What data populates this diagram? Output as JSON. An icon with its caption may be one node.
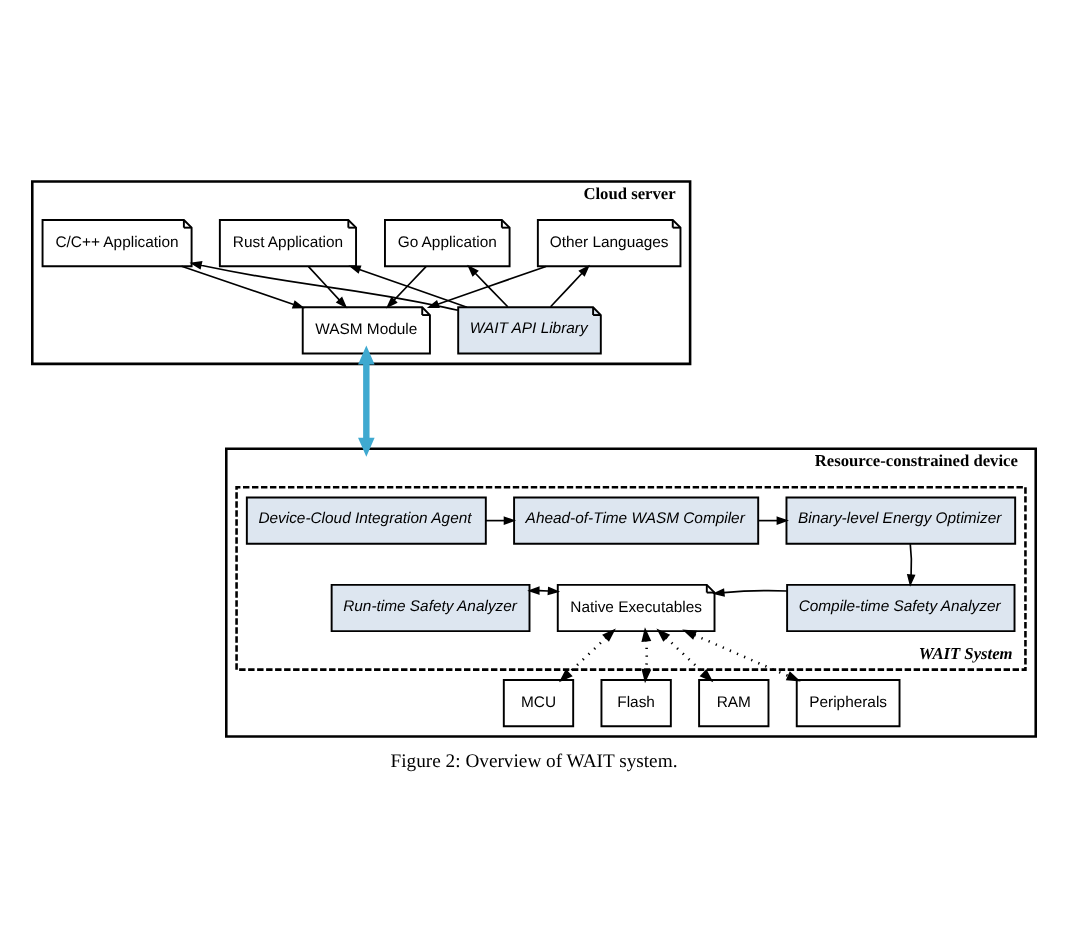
{
  "diagram": {
    "caption": "Figure 2: Overview of WAIT system.",
    "nodes": [
      {
        "text": [
          "Cloud server"
        ]
      },
      {
        "text": [
          "C/C++ Application"
        ],
        "in": 0
      },
      {
        "text": [
          "Rust Application"
        ],
        "in": 0
      },
      {
        "text": [
          "Go Application"
        ],
        "in": 0
      },
      {
        "text": [
          "Other Languages"
        ],
        "in": 0
      },
      {
        "text": [
          "WASM Module"
        ],
        "in": 0
      },
      {
        "text": [
          "WAIT API Library"
        ],
        "in": 0
      },
      {
        "text": [
          "Resource-constrained device"
        ]
      },
      {
        "text": [
          "WAIT System"
        ],
        "in": 7
      },
      {
        "text": [
          "Device-Cloud Integration Agent"
        ],
        "in": 8
      },
      {
        "text": [
          "Ahead-of-Time WASM Compiler"
        ],
        "in": 8
      },
      {
        "text": [
          "Binary-level Energy Optimizer"
        ],
        "in": 8
      },
      {
        "text": [
          "Run-time Safety Analyzer"
        ],
        "in": 8
      },
      {
        "text": [
          "Native Executables"
        ],
        "in": 8
      },
      {
        "text": [
          "Compile-time Safety Analyzer"
        ],
        "in": 8
      },
      {
        "text": [
          "MCU"
        ],
        "in": 7
      },
      {
        "text": [
          "Flash"
        ],
        "in": 7
      },
      {
        "text": [
          "RAM"
        ],
        "in": 7
      },
      {
        "text": [
          "Peripherals"
        ],
        "in": 7
      }
    ],
    "edges": [
      {
        "from": 1,
        "to": 5,
        "arrow": "to"
      },
      {
        "from": 2,
        "to": 5,
        "arrow": "to"
      },
      {
        "from": 3,
        "to": 5,
        "arrow": "to"
      },
      {
        "from": 4,
        "to": 5,
        "arrow": "to"
      },
      {
        "from": 6,
        "to": 1,
        "arrow": "to"
      },
      {
        "from": 6,
        "to": 2,
        "arrow": "to"
      },
      {
        "from": 6,
        "to": 3,
        "arrow": "to"
      },
      {
        "from": 6,
        "to": 4,
        "arrow": "to"
      },
      {
        "from": 5,
        "to": 7,
        "arrow": "both",
        "style": "thick",
        "color": "#3fa9d0"
      },
      {
        "from": 9,
        "to": 10,
        "arrow": "to"
      },
      {
        "from": 10,
        "to": 11,
        "arrow": "to"
      },
      {
        "from": 11,
        "to": 14,
        "arrow": "to"
      },
      {
        "from": 14,
        "to": 13,
        "arrow": "to"
      },
      {
        "from": 12,
        "to": 13,
        "arrow": "both"
      },
      {
        "from": 13,
        "to": 15,
        "arrow": "both",
        "style": "dashed"
      },
      {
        "from": 13,
        "to": 16,
        "arrow": "both",
        "style": "dashed"
      },
      {
        "from": 13,
        "to": 17,
        "arrow": "both",
        "style": "dashed"
      },
      {
        "from": 13,
        "to": 18,
        "arrow": "both",
        "style": "dashed"
      }
    ]
  }
}
